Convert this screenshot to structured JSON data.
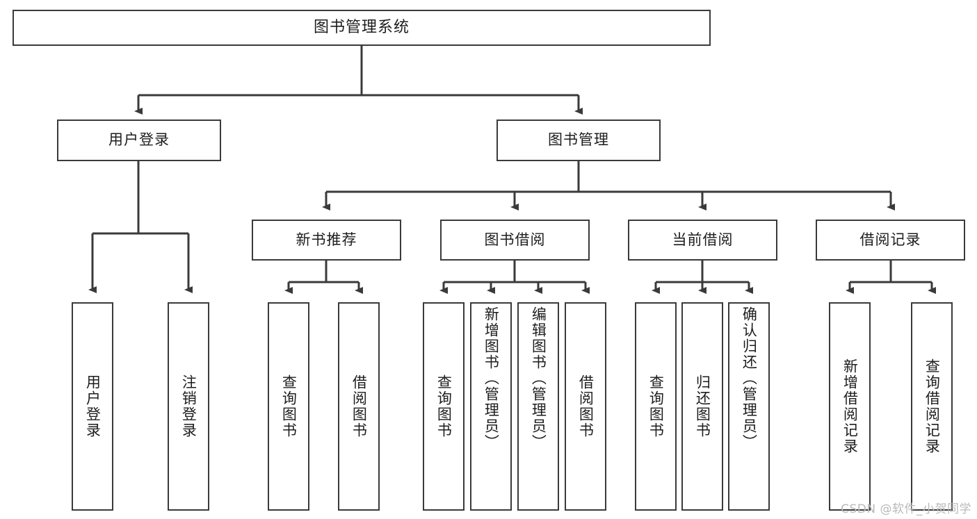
{
  "diagram": {
    "title": "图书管理系统",
    "root": {
      "label": "图书管理系统"
    },
    "level2": [
      {
        "label": "用户登录"
      },
      {
        "label": "图书管理"
      }
    ],
    "level3": [
      {
        "label": "新书推荐"
      },
      {
        "label": "图书借阅"
      },
      {
        "label": "当前借阅"
      },
      {
        "label": "借阅记录"
      }
    ],
    "leaves": {
      "user_login": [
        {
          "label": "用户登录"
        },
        {
          "label": "注销登录"
        }
      ],
      "new_book": [
        {
          "label": "查询图书"
        },
        {
          "label": "借阅图书"
        }
      ],
      "book_borrow": [
        {
          "label": "查询图书"
        },
        {
          "label": "新增图书（管理员）"
        },
        {
          "label": "编辑图书（管理员）"
        },
        {
          "label": "借阅图书"
        }
      ],
      "current_borrow": [
        {
          "label": "查询图书"
        },
        {
          "label": "归还图书"
        },
        {
          "label": "确认归还（管理员）"
        }
      ],
      "borrow_record": [
        {
          "label": "新增借阅记录"
        },
        {
          "label": "查询借阅记录"
        }
      ]
    }
  },
  "watermark": {
    "text": "CSDN @软件_小贺同学"
  },
  "colors": {
    "stroke": "#3a3a3a",
    "text": "#1d1d1d",
    "background": "#ffffff",
    "watermark": "#b9b9b9"
  }
}
